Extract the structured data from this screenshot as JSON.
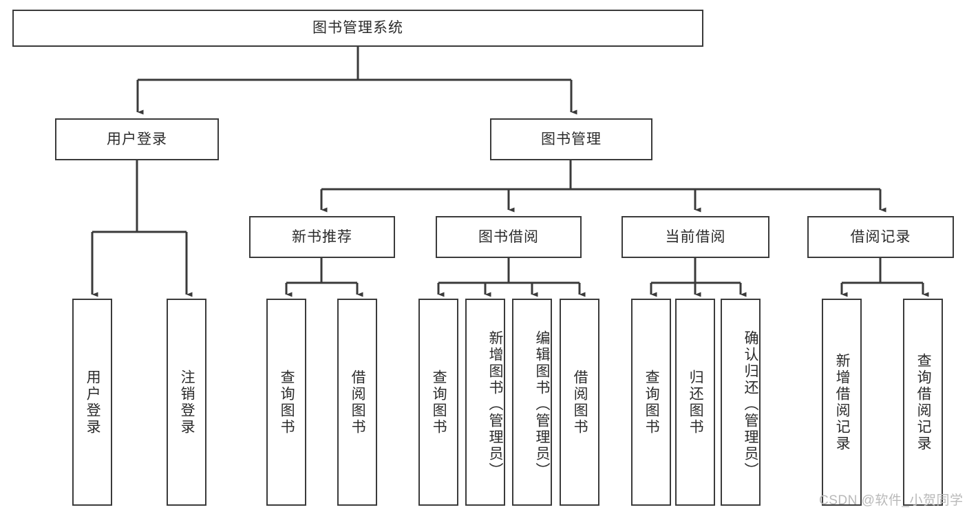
{
  "diagram": {
    "type": "tree-hierarchy",
    "title": "图书管理系统",
    "orientation": "top-down",
    "watermark": "CSDN @软件_小贺同学",
    "colors": {
      "box_border": "#3a3a3a",
      "box_fill": "#ffffff",
      "connector": "#3a3a3a",
      "text": "#2b2b2b",
      "watermark": "#b9b9b9"
    },
    "root": {
      "label": "图书管理系统"
    },
    "level1": [
      {
        "label": "用户登录"
      },
      {
        "label": "图书管理"
      }
    ],
    "level2": [
      {
        "label": "新书推荐"
      },
      {
        "label": "图书借阅"
      },
      {
        "label": "当前借阅"
      },
      {
        "label": "借阅记录"
      }
    ],
    "leaves": {
      "user_login": [
        {
          "label": "用户登录"
        },
        {
          "label": "注销登录"
        }
      ],
      "new_book_recommend": [
        {
          "label": "查询图书"
        },
        {
          "label": "借阅图书"
        }
      ],
      "book_borrow": [
        {
          "label": "查询图书"
        },
        {
          "label": "新增图书（管理员）"
        },
        {
          "label": "编辑图书（管理员）"
        },
        {
          "label": "借阅图书"
        }
      ],
      "current_borrow": [
        {
          "label": "查询图书"
        },
        {
          "label": "归还图书"
        },
        {
          "label": "确认归还（管理员）"
        }
      ],
      "borrow_record": [
        {
          "label": "新增借阅记录"
        },
        {
          "label": "查询借阅记录"
        }
      ]
    }
  }
}
